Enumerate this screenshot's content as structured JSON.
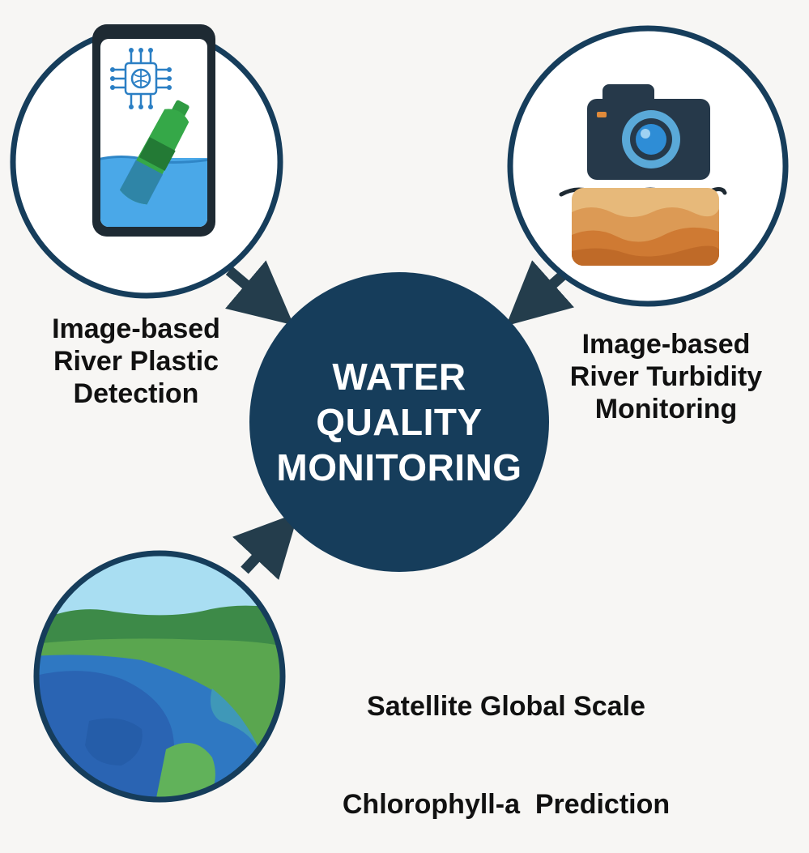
{
  "center": {
    "lines": [
      "WATER",
      "QUALITY",
      "MONITORING"
    ]
  },
  "nodes": [
    {
      "lines": [
        "Image-based",
        "River Plastic",
        "Detection"
      ],
      "icon": "phone-plastic-bottle-icon"
    },
    {
      "lines": [
        "Image-based",
        "River Turbidity",
        "Monitoring"
      ],
      "icon": "camera-turbid-water-icon"
    },
    {
      "lines": [
        "Satellite Global Scale",
        "Chlorophyll-a  Prediction"
      ],
      "icon": "satellite-lake-icon"
    }
  ],
  "colors": {
    "navy": "#163d5b",
    "background": "#f7f6f4",
    "arrow": "#243d4c",
    "water_blue": "#4aa8e8",
    "bottle_green": "#2f9b42",
    "sediment_orange": "#cf7a33",
    "lake_green": "#5aa64f"
  }
}
